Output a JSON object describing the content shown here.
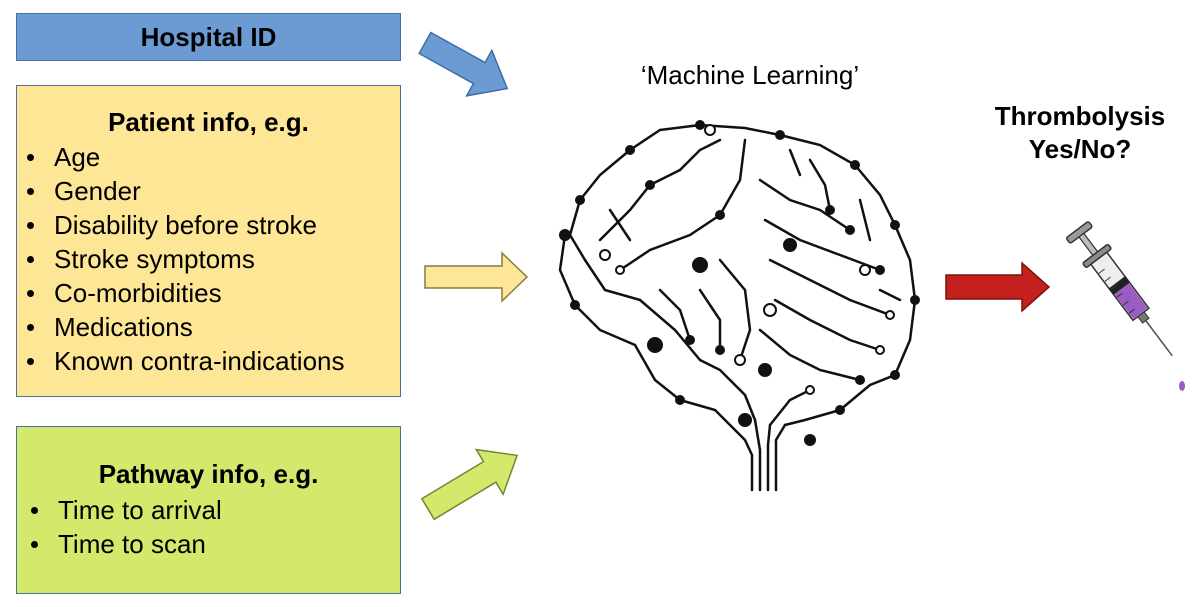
{
  "hospital": {
    "title": "Hospital ID"
  },
  "patient": {
    "title": "Patient info, e.g.",
    "items": [
      "Age",
      "Gender",
      "Disability before stroke",
      "Stroke symptoms",
      "Co-morbidities",
      "Medications",
      "Known contra-indications"
    ]
  },
  "pathway": {
    "title": "Pathway info, e.g.",
    "items": [
      "Time to arrival",
      "Time to scan"
    ]
  },
  "model": {
    "label": "‘Machine Learning’"
  },
  "outcome": {
    "line1": "Thrombolysis",
    "line2": "Yes/No?"
  },
  "colors": {
    "hospital_fill": "#6b9bd2",
    "patient_fill": "#fde695",
    "pathway_fill": "#d4e86c",
    "output_arrow": "#c4201e",
    "syringe_liquid": "#9b5cc4"
  },
  "icons": {
    "brain": "circuit-brain-icon",
    "syringe": "syringe-icon"
  }
}
